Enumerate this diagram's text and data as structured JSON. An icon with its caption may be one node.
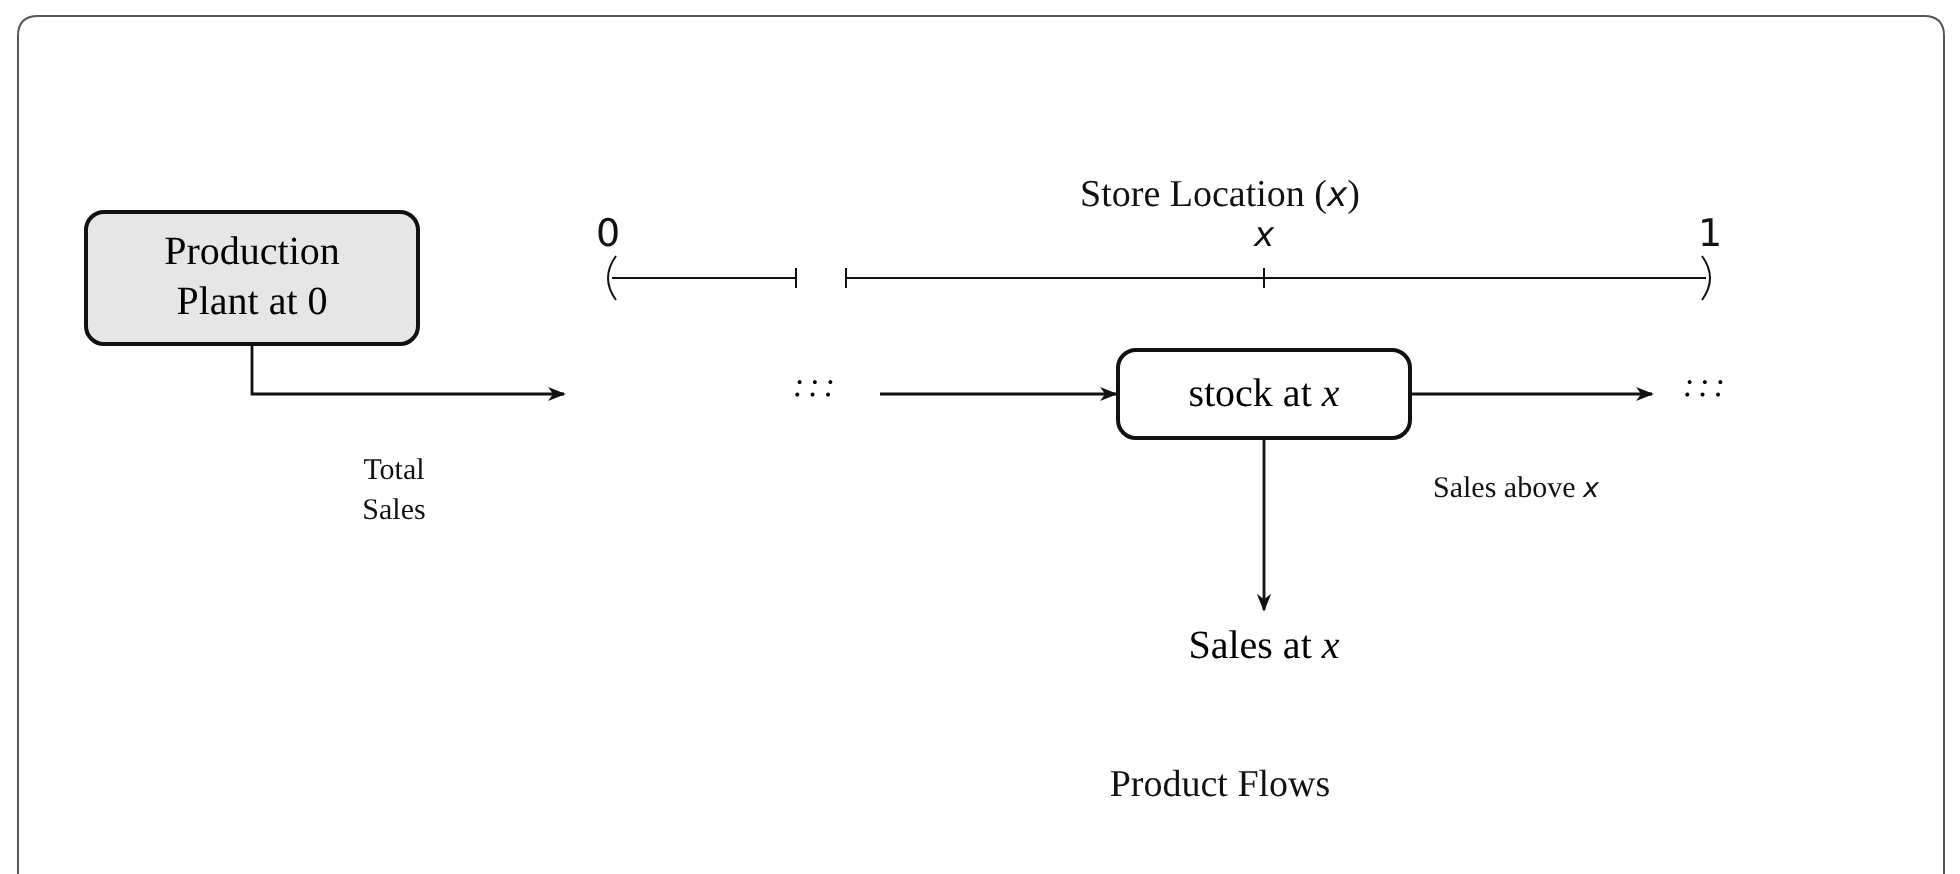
{
  "diagram": {
    "title": "Store Location (*x*)",
    "caption": "Product Flows",
    "nodes": [
      {
        "text": [
          "Production Plant at 0"
        ]
      },
      {
        "text": [
          ":::"
        ]
      },
      {
        "text": [
          "stock at *x*"
        ]
      },
      {
        "text": [
          ":::"
        ]
      },
      {
        "text": [
          "Sales at *x*"
        ]
      }
    ],
    "edges": [
      {
        "from": 0,
        "to": null,
        "arrow": "to",
        "label": "Total Sales"
      },
      {
        "from": 1,
        "to": 2,
        "arrow": "to"
      },
      {
        "from": 2,
        "to": 3,
        "arrow": "to",
        "label": "Sales above *x*"
      },
      {
        "from": 2,
        "to": 4,
        "arrow": "to"
      }
    ],
    "labels": [
      "0",
      "*x*",
      "1"
    ]
  }
}
